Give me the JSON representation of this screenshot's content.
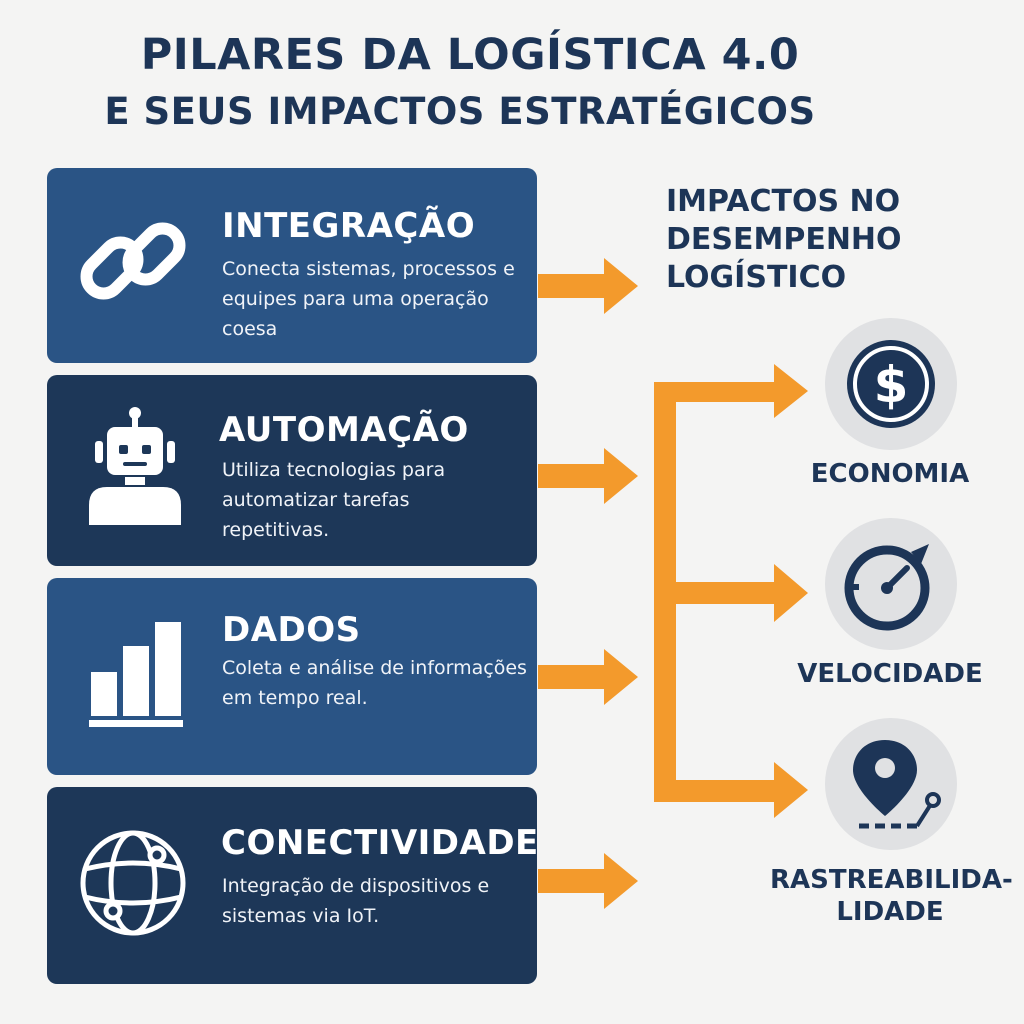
{
  "title": {
    "line1": "PILARES DA LOGÍSTICA 4.0",
    "line2": "E SEUS IMPACTOS ESTRATÉGICOS"
  },
  "pillars": [
    {
      "title": "INTEGRAÇÃO",
      "description": "Conecta sistemas, processos e equipes para uma operação coesa",
      "icon": "chain-link-icon"
    },
    {
      "title": "AUTOMAÇÃO",
      "description": "Utiliza tecnologias para automatizar tarefas repetitivas.",
      "icon": "robot-icon"
    },
    {
      "title": "DADOS",
      "description": "Coleta e análise de informações em tempo real.",
      "icon": "bar-chart-icon"
    },
    {
      "title": "CONECTIVIDADE",
      "description": "Integração de dispositivos e sistemas via IoT.",
      "icon": "globe-network-icon"
    }
  ],
  "impacts_heading": "IMPACTOS NO DESEMPENHO LOGÍSTICO",
  "impacts": [
    {
      "label": "ECONOMIA",
      "icon": "dollar-icon"
    },
    {
      "label": "VELOCIDADE",
      "icon": "stopwatch-icon"
    },
    {
      "label": "RASTREABILIDA-\nLIDADE",
      "icon": "location-pin-icon"
    }
  ],
  "colors": {
    "navy": "#1d3557",
    "card_light": "#2a5485",
    "card_dark": "#1d3758",
    "arrow": "#f39a2c",
    "circle": "#e0e1e3"
  }
}
